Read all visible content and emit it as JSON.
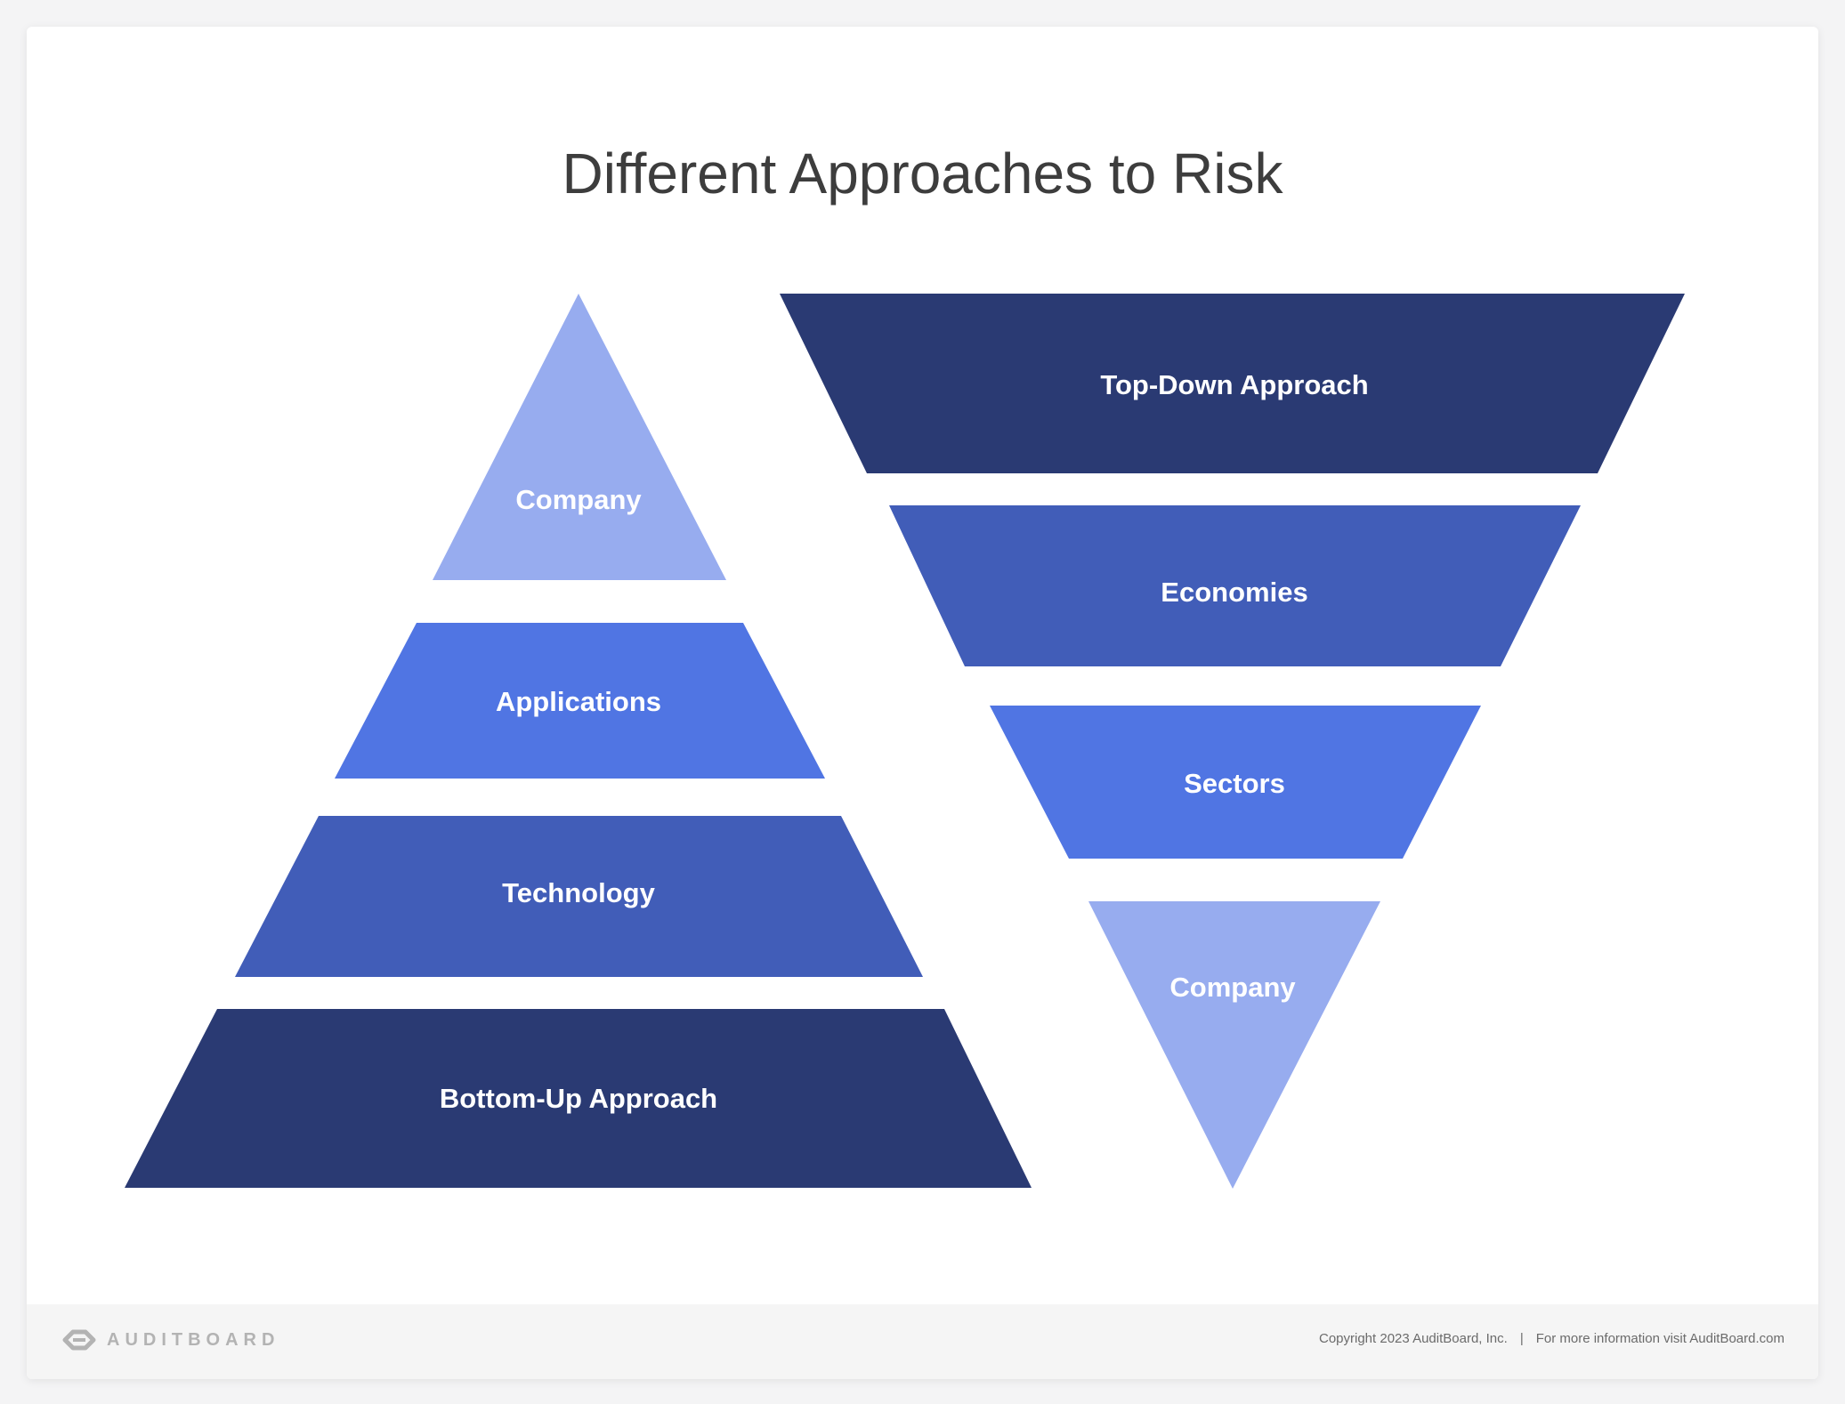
{
  "title": "Different Approaches to Risk",
  "bottom_up": {
    "levels": [
      "Company",
      "Applications",
      "Technology",
      "Bottom-Up Approach"
    ]
  },
  "top_down": {
    "levels": [
      "Top-Down Approach",
      "Economies",
      "Sectors",
      "Company"
    ]
  },
  "colors": {
    "navy": "#2a3a73",
    "medium_blue": "#415db8",
    "bright_blue": "#5075e3",
    "light_blue": "#97acef",
    "title_text": "#3d3d3d"
  },
  "footer": {
    "logo_text": "AUDITBOARD",
    "copyright": "Copyright 2023 AuditBoard, Inc.",
    "separator": "|",
    "more_info": "For more information visit AuditBoard.com"
  }
}
